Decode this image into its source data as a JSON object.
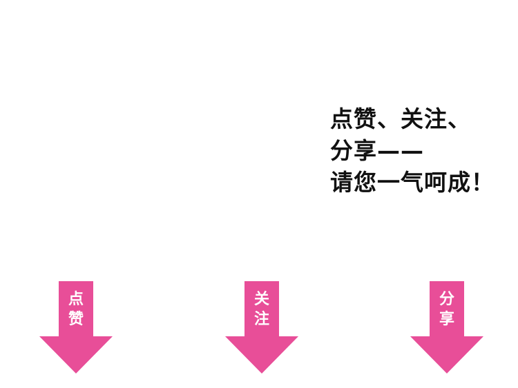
{
  "callout": {
    "lines": [
      "点赞、关注、",
      "分享——",
      "请您一气呵成！"
    ]
  },
  "arrows": [
    {
      "chars": [
        "点",
        "赞"
      ]
    },
    {
      "chars": [
        "关",
        "注"
      ]
    },
    {
      "chars": [
        "分",
        "享"
      ]
    }
  ],
  "colors": {
    "arrow_fill": "#e84e98",
    "text": "#111111",
    "arrow_label": "#ffffff"
  }
}
